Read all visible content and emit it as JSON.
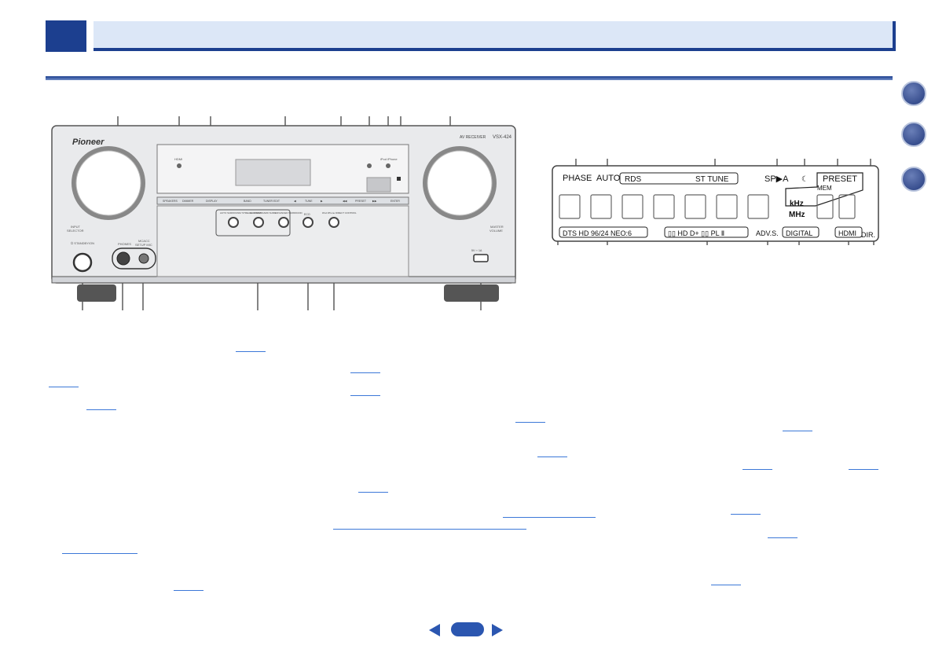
{
  "header": {
    "chapter_tab": "",
    "title": ""
  },
  "sidebar": {
    "icons": [
      "manual-book-icon",
      "remote-control-icon",
      "receiver-settings-icon"
    ]
  },
  "front_panel": {
    "brand": "Pioneer",
    "model": "VSX-424",
    "model_prefix": "AV RECEIVER",
    "knob_left_label_1": "INPUT",
    "knob_left_label_2": "SELECTOR",
    "knob_right_label_1": "MASTER",
    "knob_right_label_2": "VOLUME",
    "standby_label": "⏻ STANDBY/ON",
    "phones_label": "PHONES",
    "mcacc_label_1": "MCACC",
    "mcacc_label_2": "SETUP MIC",
    "indicator_top": "HDMI",
    "indicator_ipod": "iPod iPhone",
    "button_row_left": [
      "SPEAKERS",
      "DIMMER",
      "DISPLAY"
    ],
    "button_row_right": [
      "BAND",
      "TUNER EDIT",
      "◀",
      "TUNE",
      "▶",
      "◀◀",
      "PRESET",
      "▶▶",
      "ENTER"
    ],
    "lower_buttons": [
      "AUTO SURROUND/ STREAM DIRECT",
      "ALC/ STANDARD SURR",
      "ADVANCED SURROUND"
    ],
    "eco_label": "ECO",
    "ipod_ctrl_label": "iPod iPhone DIRECT CONTROL",
    "usb_label": "5V ⎓ 1A"
  },
  "display": {
    "row1_left": [
      "PHASE",
      "AUTO"
    ],
    "rds": "RDS",
    "st_tune": "ST  TUNE",
    "spa": "SP▶A",
    "sleep_icon": "sleep-moon-icon",
    "preset": "PRESET",
    "mem": "MEM",
    "khz": "kHz",
    "mhz": "MHz",
    "dir": "DIR.",
    "bottom_row": [
      "DTS  HD  96/24  NEO:6",
      "▯▯ HD D+  ▯▯ PL Ⅱ",
      "ADV.S.",
      "DIGITAL",
      "HDMI"
    ]
  },
  "colors": {
    "accent": "#1c3f8f",
    "title_bg": "#dce7f7",
    "link": "#3c78d8"
  }
}
